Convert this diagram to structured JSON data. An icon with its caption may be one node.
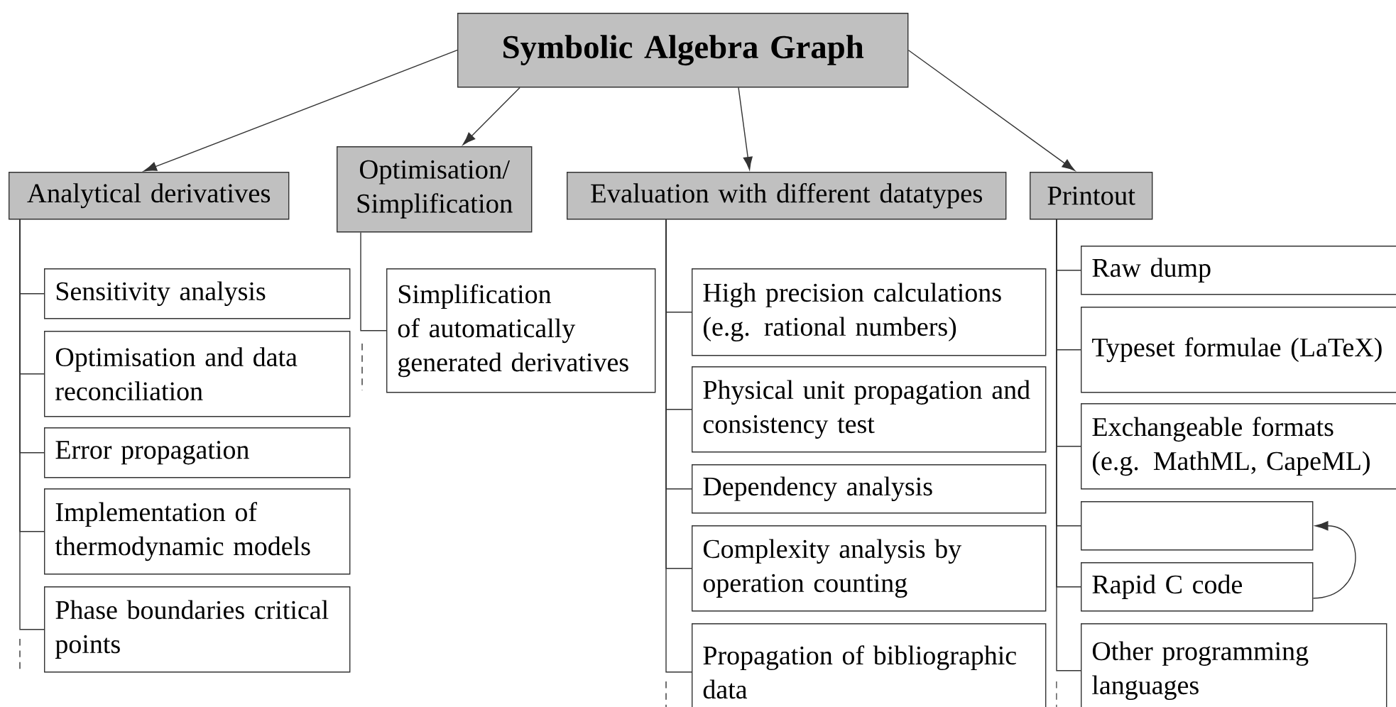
{
  "diagram": {
    "nodes": [
      {
        "text": [
          "Symbolic Algebra Graph"
        ]
      },
      {
        "text": [
          "Analytical derivatives"
        ]
      },
      {
        "text": [
          "Optimisation/ Simplification"
        ]
      },
      {
        "text": [
          "Evaluation with different datatypes"
        ]
      },
      {
        "text": [
          "Printout"
        ]
      },
      {
        "text": [
          "Sensitivity analysis"
        ]
      },
      {
        "text": [
          "Optimisation and data reconciliation"
        ]
      },
      {
        "text": [
          "Error propagation"
        ]
      },
      {
        "text": [
          "Implementation of thermodynamic models"
        ]
      },
      {
        "text": [
          "Phase boundaries critical points"
        ]
      },
      {
        "text": [
          "Simplification of automatically generated derivatives"
        ]
      },
      {
        "text": [
          "High precision calculations (e.g. rational numbers)"
        ]
      },
      {
        "text": [
          "Physical unit propagation and consistency test"
        ]
      },
      {
        "text": [
          "Dependency analysis"
        ]
      },
      {
        "text": [
          "Complexity analysis by operation counting"
        ]
      },
      {
        "text": [
          "Propagation of bibliographic data"
        ]
      },
      {
        "text": [
          "Raw dump"
        ]
      },
      {
        "text": [
          "Typeset formulae (LaTeX)"
        ]
      },
      {
        "text": [
          "Exchangeable formats (e.g. MathML, CapeML)"
        ]
      },
      {
        "text": [],
        "shape": "box"
      },
      {
        "text": [
          "Rapid C code"
        ]
      },
      {
        "text": [
          "Other programming languages"
        ]
      }
    ],
    "edges": [
      {
        "from": 0,
        "to": 1,
        "arrow": "to"
      },
      {
        "from": 0,
        "to": 2,
        "arrow": "to"
      },
      {
        "from": 0,
        "to": 3,
        "arrow": "to"
      },
      {
        "from": 0,
        "to": 4,
        "arrow": "to"
      },
      {
        "from": 1,
        "to": 5,
        "arrow": "none"
      },
      {
        "from": 1,
        "to": 6,
        "arrow": "none"
      },
      {
        "from": 1,
        "to": 7,
        "arrow": "none"
      },
      {
        "from": 1,
        "to": 8,
        "arrow": "none"
      },
      {
        "from": 1,
        "to": 9,
        "arrow": "none"
      },
      {
        "from": 2,
        "to": 10,
        "arrow": "none"
      },
      {
        "from": 3,
        "to": 11,
        "arrow": "none"
      },
      {
        "from": 3,
        "to": 12,
        "arrow": "none"
      },
      {
        "from": 3,
        "to": 13,
        "arrow": "none"
      },
      {
        "from": 3,
        "to": 14,
        "arrow": "none"
      },
      {
        "from": 3,
        "to": 15,
        "arrow": "none"
      },
      {
        "from": 4,
        "to": 16,
        "arrow": "none"
      },
      {
        "from": 4,
        "to": 17,
        "arrow": "none"
      },
      {
        "from": 4,
        "to": 18,
        "arrow": "none"
      },
      {
        "from": 4,
        "to": 19,
        "arrow": "none"
      },
      {
        "from": 4,
        "to": 20,
        "arrow": "none"
      },
      {
        "from": 4,
        "to": 21,
        "arrow": "none"
      },
      {
        "from": 20,
        "to": 19,
        "arrow": "to"
      }
    ]
  }
}
